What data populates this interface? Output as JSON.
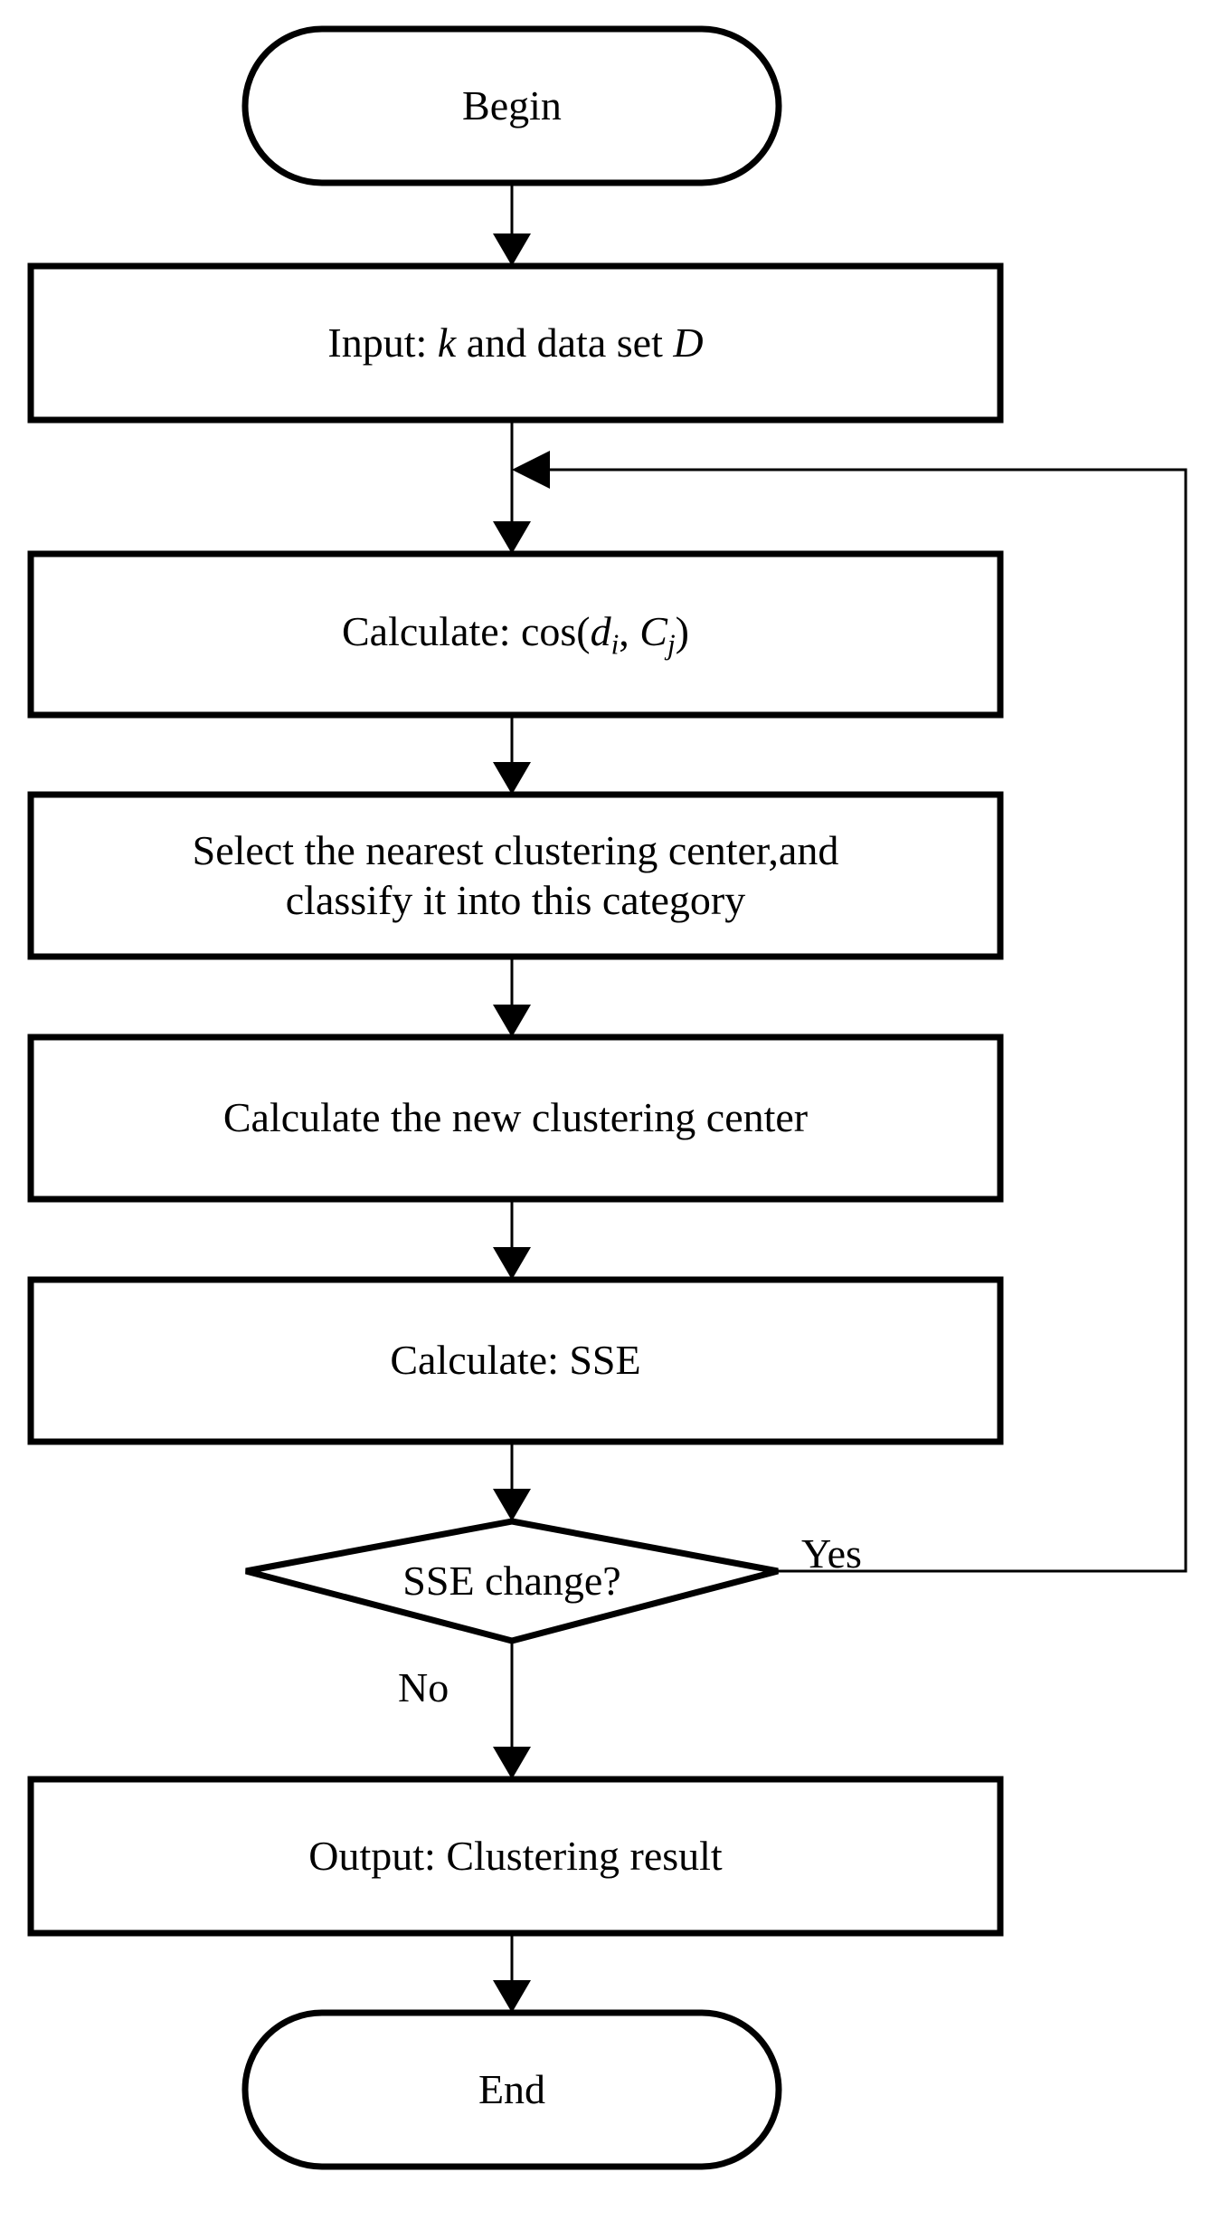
{
  "diagram": {
    "title": "K-means clustering flowchart",
    "stroke_color": "#000000",
    "fill_color": "#ffffff",
    "thick_stroke_width": 7,
    "thin_stroke_width": 3
  },
  "nodes": {
    "begin": {
      "label": "Begin",
      "shape": "stadium"
    },
    "input": {
      "label": "Input: k and data set D",
      "shape": "rectangle"
    },
    "calc_cos": {
      "label": "Calculate: cos(di, Cj)",
      "shape": "rectangle"
    },
    "select_center": {
      "label": "Select the nearest clustering center,and classify it into this category",
      "line1": "Select the nearest clustering center,and",
      "line2": "classify it into this category",
      "shape": "rectangle"
    },
    "new_center": {
      "label": "Calculate the new clustering center",
      "shape": "rectangle"
    },
    "calc_sse": {
      "label": "Calculate: SSE",
      "shape": "rectangle"
    },
    "decision": {
      "label": "SSE change?",
      "shape": "diamond"
    },
    "output": {
      "label": "Output: Clustering result",
      "shape": "rectangle"
    },
    "end": {
      "label": "End",
      "shape": "stadium"
    }
  },
  "edge_labels": {
    "yes": "Yes",
    "no": "No"
  },
  "parts": {
    "input_prefix": "Input: ",
    "input_k": "k",
    "input_mid": " and data set ",
    "input_d": "D",
    "cos_prefix": "Calculate: cos(",
    "cos_d": "d",
    "cos_d_sub": "i",
    "cos_comma": ", ",
    "cos_c": "C",
    "cos_c_sub": "j",
    "cos_suffix": ")"
  }
}
